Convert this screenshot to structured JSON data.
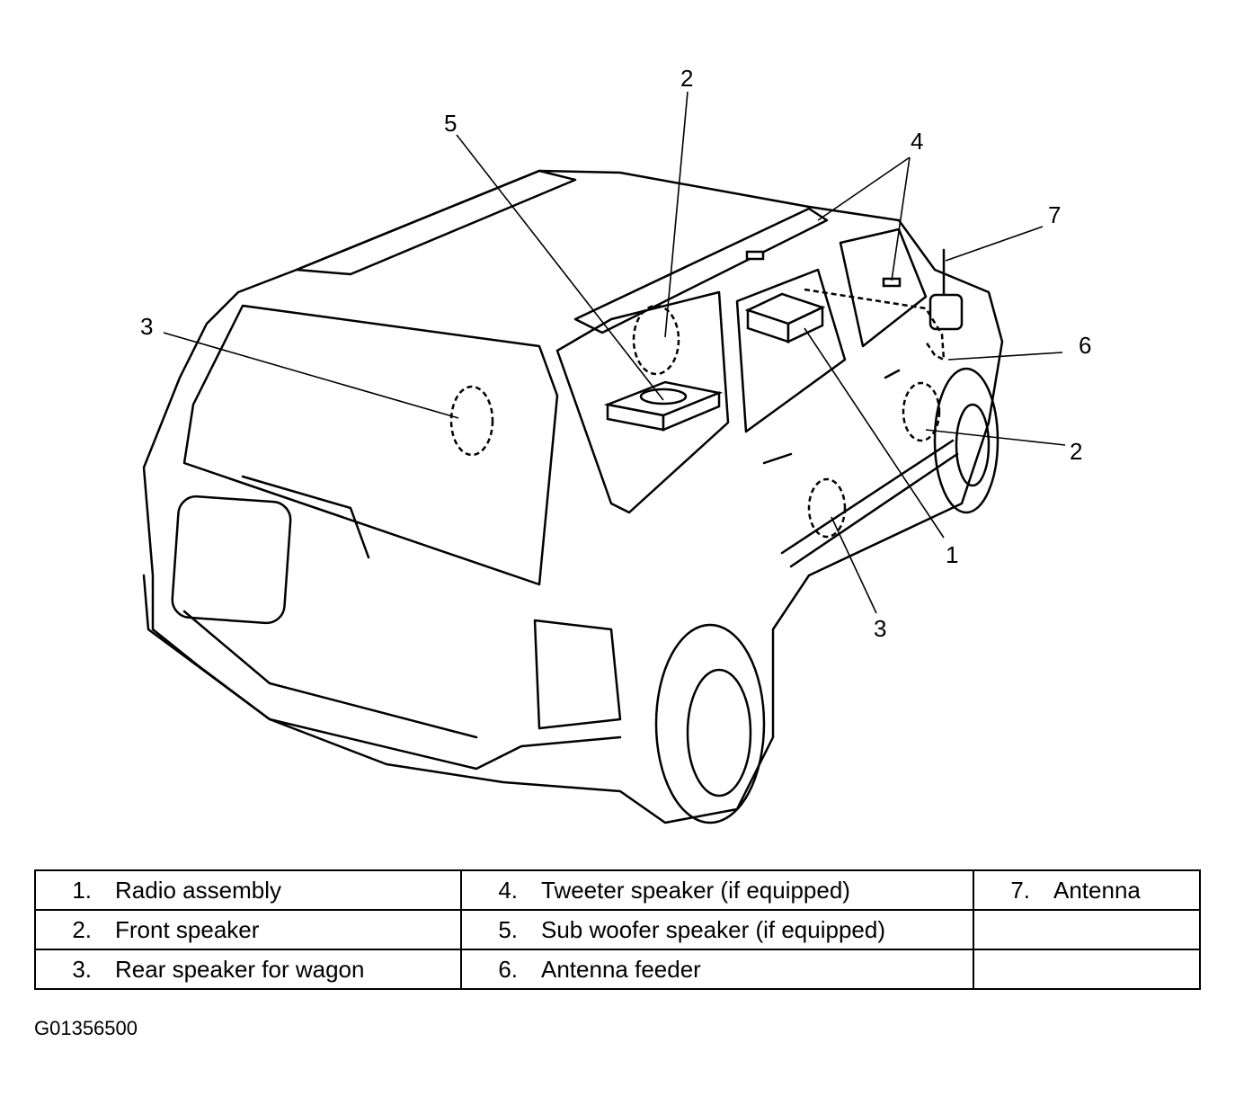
{
  "callouts": {
    "c1": "1",
    "c2a": "2",
    "c2b": "2",
    "c3a": "3",
    "c3b": "3",
    "c4": "4",
    "c5": "5",
    "c6": "6",
    "c7": "7"
  },
  "legend": [
    [
      {
        "num": "1.",
        "text": "Radio assembly"
      },
      {
        "num": "4.",
        "text": "Tweeter speaker (if equipped)"
      },
      {
        "num": "7.",
        "text": "Antenna"
      }
    ],
    [
      {
        "num": "2.",
        "text": "Front speaker"
      },
      {
        "num": "5.",
        "text": "Sub woofer speaker (if equipped)"
      },
      {
        "num": "",
        "text": ""
      }
    ],
    [
      {
        "num": "3.",
        "text": "Rear speaker for wagon"
      },
      {
        "num": "6.",
        "text": "Antenna feeder"
      },
      {
        "num": "",
        "text": ""
      }
    ]
  ],
  "figure_id": "G01356500"
}
